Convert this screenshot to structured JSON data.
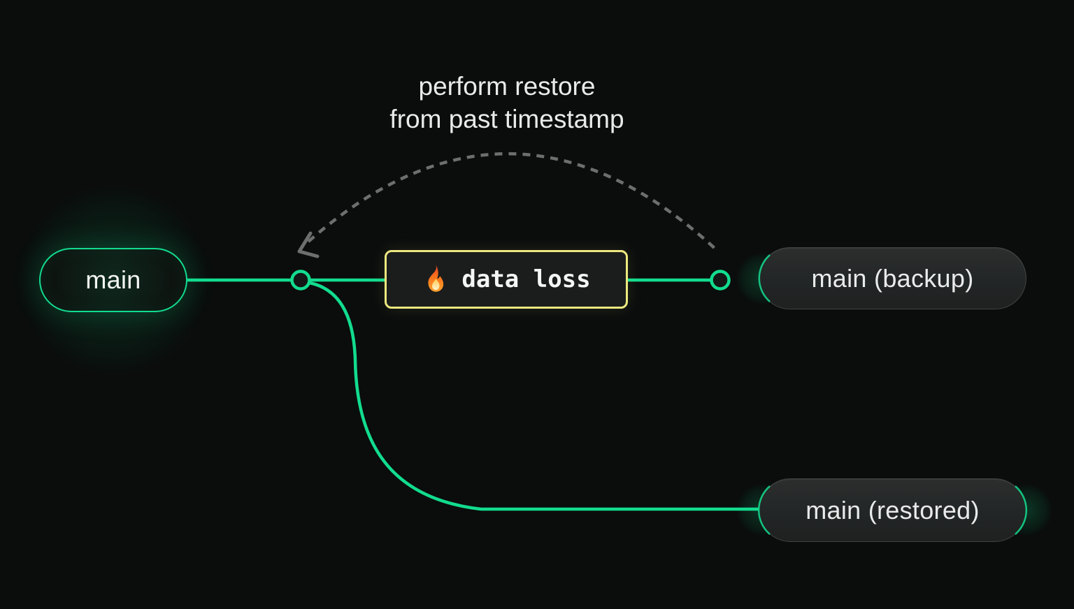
{
  "colors": {
    "background": "#0a0d0c",
    "branch_green": "#12dc8e",
    "warning_yellow": "#ece87f",
    "dash_grey": "#6e6e6e",
    "text_light": "#e9ebea",
    "node_fill": "#131715"
  },
  "diagram": {
    "annotation": {
      "line1": "perform restore",
      "line2": "from past timestamp"
    },
    "nodes": {
      "main": {
        "label": "main"
      },
      "event": {
        "label": "data loss",
        "icon": "fire-icon"
      },
      "backup": {
        "label": "main (backup)"
      },
      "restored": {
        "label": "main (restored)"
      }
    }
  }
}
